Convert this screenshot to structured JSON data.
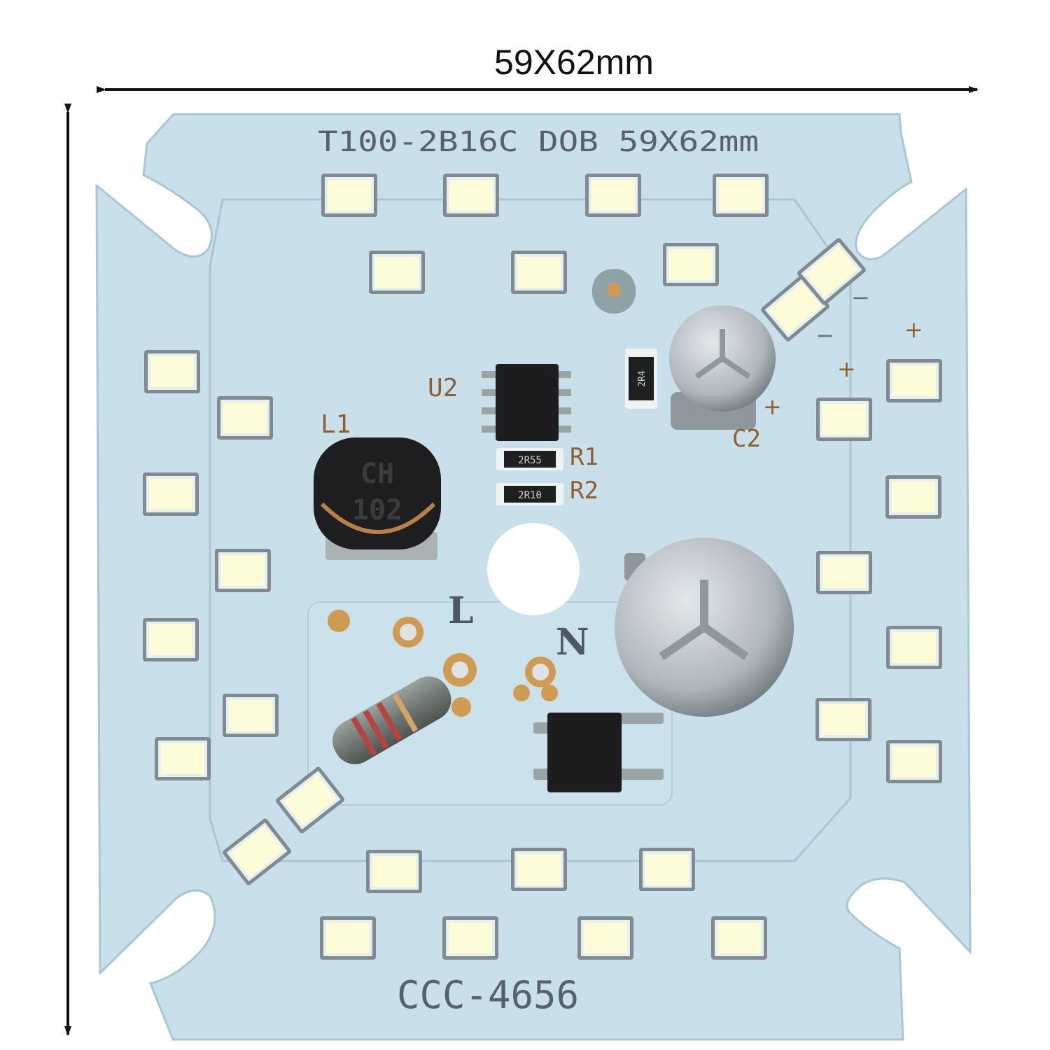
{
  "dimension_label": "59X62mm",
  "board": {
    "top_marking": "T100-2B16C DOB 59X62mm",
    "bottom_marking": "CCC-4656",
    "labels": {
      "l1": "L1",
      "u2": "U2",
      "r1": "R1",
      "r2": "R2",
      "c2": "C2",
      "live": "L",
      "neutral": "N",
      "plus_a": "+",
      "plus_b": "+",
      "plus_c": "+",
      "minus_a": "−",
      "minus_b": "−"
    },
    "inductor_marking": [
      "CH",
      "102"
    ],
    "resistor_codes": {
      "r1": "2R55",
      "r2": "2R10",
      "small": "2R4"
    }
  },
  "colors": {
    "board": "#c9dfe9",
    "board_edge": "#aac6d3",
    "led": "#fdfcd8",
    "led_frame": "#e6eef0",
    "component_black": "#1d1d1f",
    "capacitor_silver": "#b8bfc4",
    "copper": "#cf9a52"
  }
}
